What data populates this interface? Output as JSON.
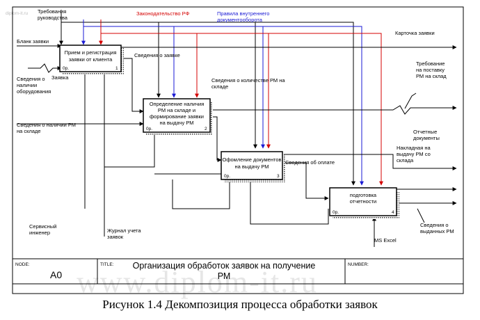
{
  "watermark_small": "diplom-it.ru",
  "watermark_large": "www.diplom-it.ru",
  "controls": {
    "requirements": "Требования руководства",
    "law": "Законодательство РФ",
    "rules": "Правила внутреннего документооборота"
  },
  "inputs": {
    "application_form": "Бланк заявки",
    "equipment_info": "Сведения о наличии оборудования",
    "application": "Заявка",
    "stock_info": "Сведения о наличии РМ на складе"
  },
  "arrows": {
    "application_info": "Сведения о заявке",
    "quantity_info": "Сведения о количестве РМ на складе",
    "payment_info": "Сведения об оплате"
  },
  "outputs": {
    "application_card": "Карточка заявки",
    "supply_request": "Требование на поставку РМ на склад",
    "reporting_docs": "Отчетные документы",
    "invoice": "Накладная на выдачу РМ со склада",
    "issued_info": "Сведения о выданных РМ"
  },
  "mechanisms": {
    "engineer": "Сервисный инженер",
    "journal": "Журнал учета заявок",
    "excel": "MS Excel"
  },
  "boxes": [
    {
      "title": "Прием и регистрация заявки от клиента",
      "cost": "0р.",
      "num": "1"
    },
    {
      "title": "Определение наличия РМ на складе и формирование заявки на выдачу РМ",
      "cost": "0р.",
      "num": "2"
    },
    {
      "title": "Офомление документов на выдачу РМ",
      "cost": "0р.",
      "num": "3"
    },
    {
      "title": "подготовка отчетности",
      "cost": "0р.",
      "num": "4"
    }
  ],
  "frame": {
    "node_label": "NODE:",
    "node_value": "A0",
    "title_label": "TITLE:",
    "title_value": "Организация обработок заявок на получение РМ",
    "number_label": "NUMBER:"
  },
  "caption": "Рисунок 1.4 Декомпозиция процесса обработки заявок",
  "colors": {
    "law_arrow": "#d40000",
    "rules_arrow": "#1a1ad4",
    "law_text": "#d40000",
    "rules_text": "#1a1ad4"
  }
}
